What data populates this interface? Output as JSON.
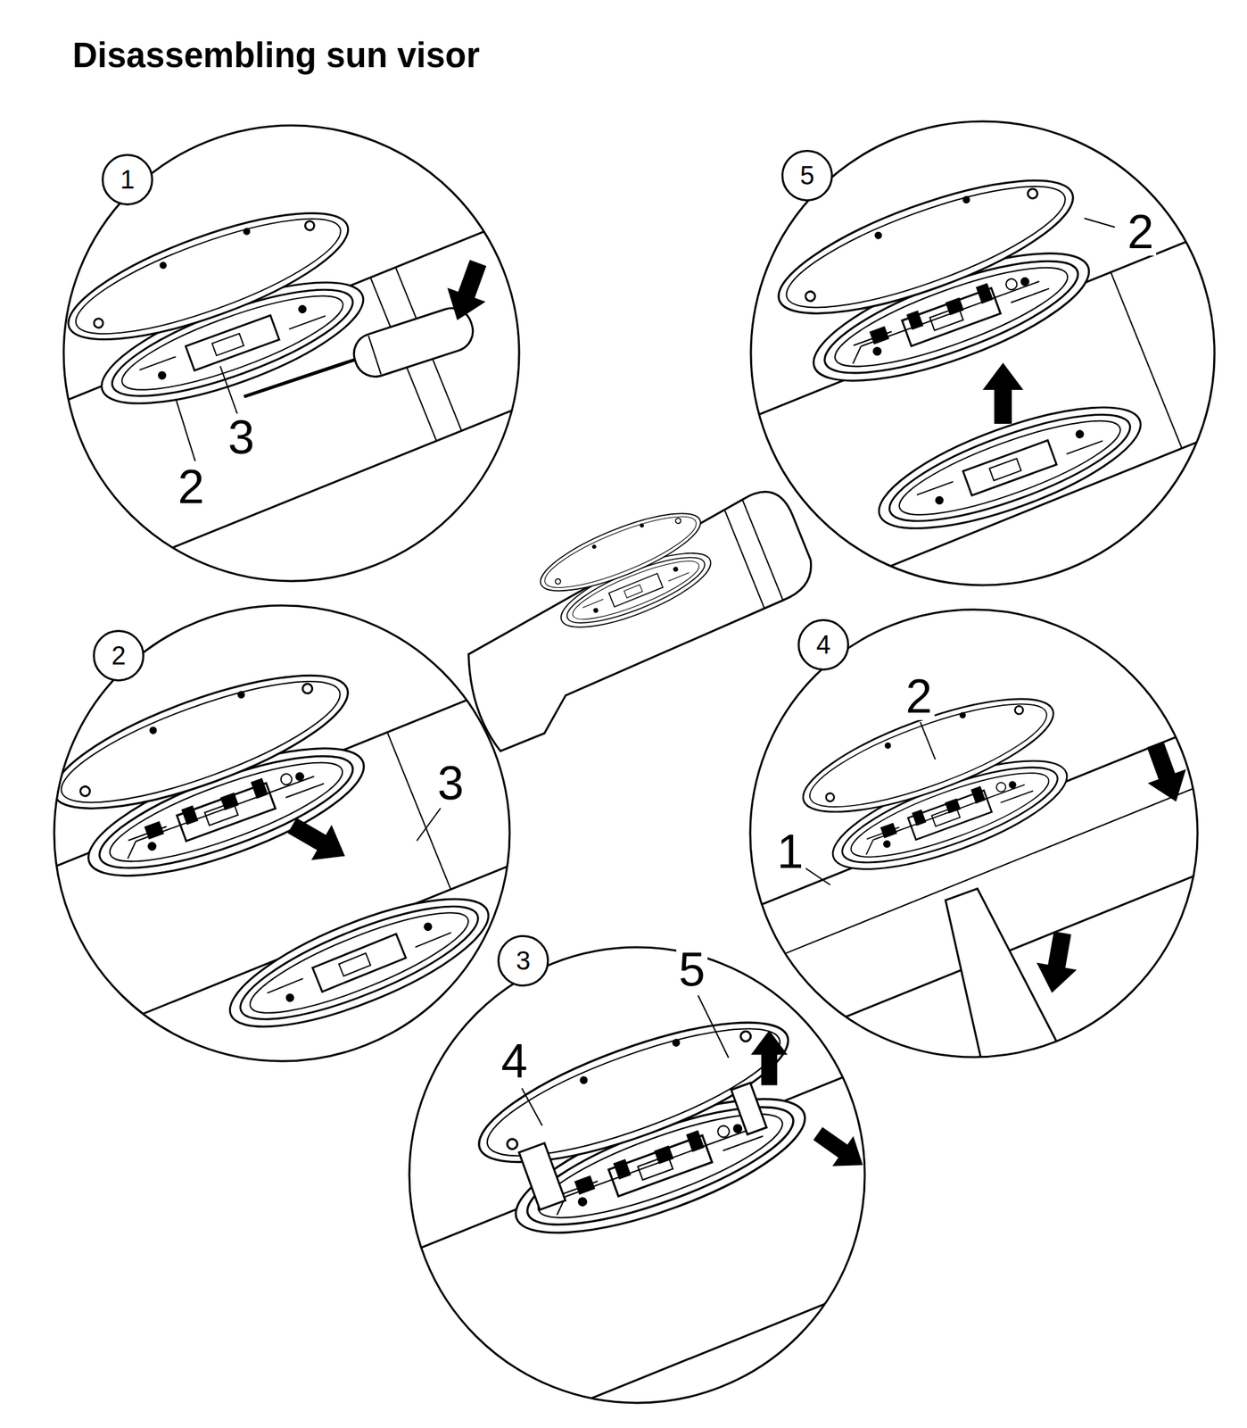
{
  "diagram": {
    "title": "Disassembling sun visor",
    "nodes": [
      {
        "text": [
          "1"
        ]
      },
      {
        "text": [
          "5"
        ]
      },
      {
        "text": [
          "2"
        ]
      },
      {
        "text": [
          "4"
        ]
      },
      {
        "text": [
          "3"
        ]
      }
    ],
    "labels": [
      "3",
      "2",
      "2",
      "3",
      "2",
      "1",
      "5",
      "4"
    ]
  }
}
